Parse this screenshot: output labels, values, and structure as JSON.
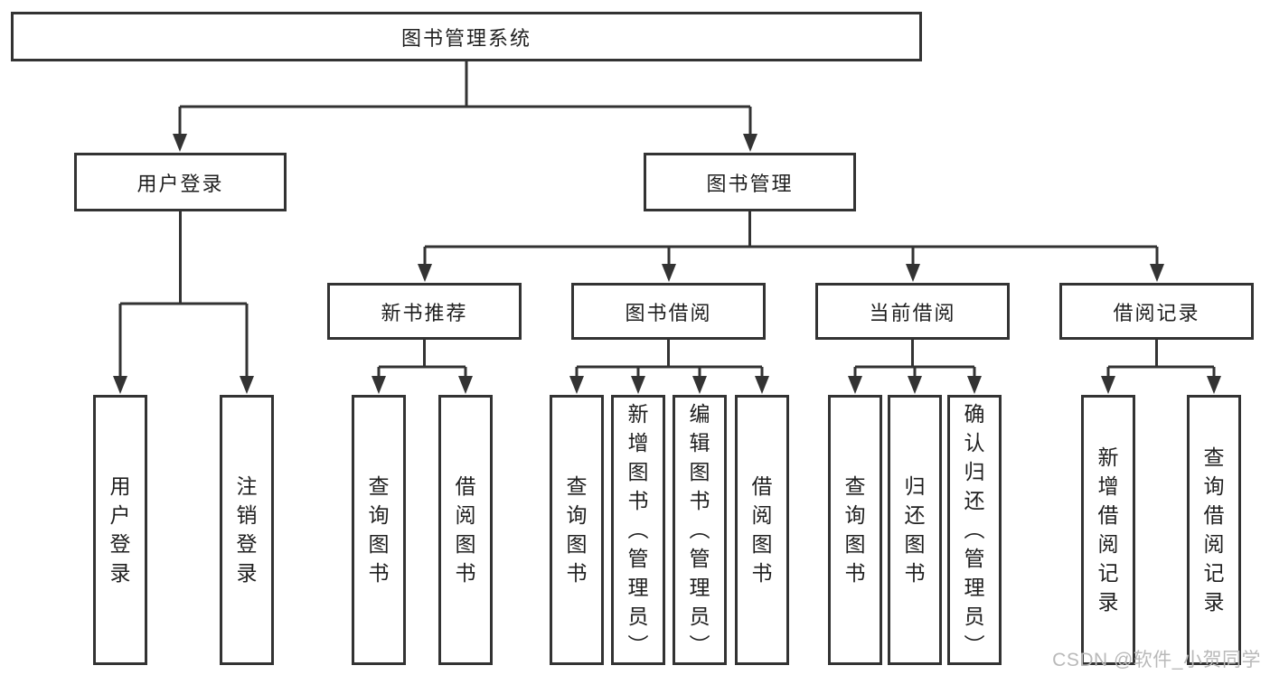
{
  "diagram": {
    "root": {
      "label": "图书管理系统"
    },
    "level2": {
      "user_login": {
        "label": "用户登录"
      },
      "book_mgmt": {
        "label": "图书管理"
      }
    },
    "level3": {
      "new_books": {
        "label": "新书推荐"
      },
      "book_borrow": {
        "label": "图书借阅"
      },
      "current_borrow": {
        "label": "当前借阅"
      },
      "borrow_records": {
        "label": "借阅记录"
      }
    },
    "leaves": {
      "user_login": [
        "用户登录",
        "注销登录"
      ],
      "new_books": [
        "查询图书",
        "借阅图书"
      ],
      "book_borrow": [
        "查询图书",
        "新增图书（管理员）",
        "编辑图书（管理员）",
        "借阅图书"
      ],
      "current_borrow": [
        "查询图书",
        "归还图书",
        "确认归还（管理员）"
      ],
      "borrow_records": [
        "新增借阅记录",
        "查询借阅记录"
      ]
    }
  },
  "watermark": {
    "text": "CSDN @软件_小贺同学"
  },
  "colors": {
    "line": "#333333",
    "text": "#1f1f1f",
    "watermark": "#b9b9b9",
    "background": "#ffffff"
  }
}
